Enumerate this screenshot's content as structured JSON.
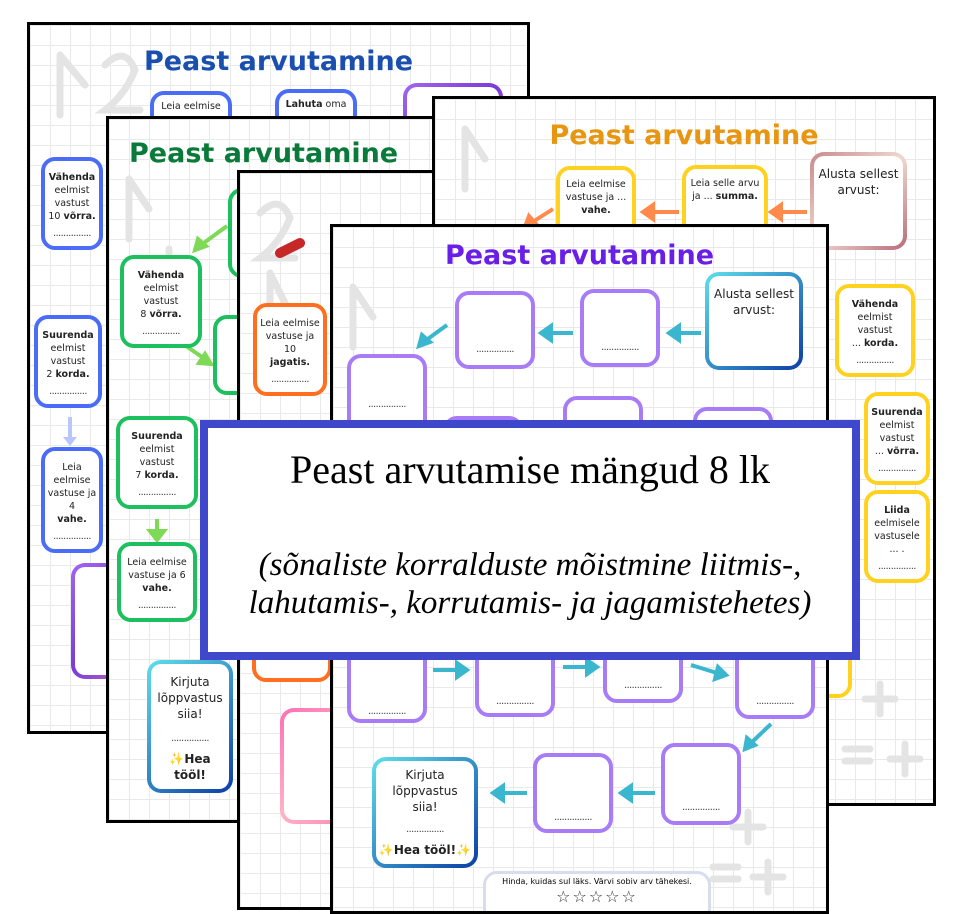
{
  "banner": {
    "title": "Peast arvutamise mängud 8 lk",
    "subtitle_line1": "(sõnaliste korralduste mõistmine liitmis-,",
    "subtitle_line2": "lahutamis-, korrutamis- ja jagamistehetes)"
  },
  "colors": {
    "blue": "#1a4fb0",
    "green": "#0a7a3a",
    "red": "#c62828",
    "orange": "#e8950f",
    "purple": "#6a1fe8",
    "banner_border": "#3f48cc"
  },
  "common": {
    "title": "Peast arvutamine",
    "dots": "...............",
    "start": "Alusta sellest arvust:",
    "final_1": "Kirjuta",
    "final_2": "lõppvastus siia!",
    "well_done": "Hea tööl!",
    "sparkle": "✨"
  },
  "page1": {
    "b1": "Leia eelmise",
    "b2a": "Lahuta",
    "b2b": " oma",
    "b3": "Vähenda",
    "b3b": "eelmist vastust",
    "b3c": "10 ",
    "b3d": "võrra.",
    "b4": "Suurenda",
    "b4b": "eelmist vastust",
    "b4c": "2 ",
    "b4d": "korda.",
    "b5": "Leia eelmise",
    "b5b": "vastuse ja 4",
    "b5c": "vahe."
  },
  "page2": {
    "b1": "Vähenda",
    "b1b": "eelmist vastust",
    "b1c": "8 ",
    "b1d": "võrra.",
    "b2": "Suurenda",
    "b2b": "eelmist vastust",
    "b2c": "7 ",
    "b2d": "korda.",
    "b3": "Leia eelmise",
    "b3b": "vastuse ja 6",
    "b3c": "vahe."
  },
  "page3": {
    "b1": "Leia eelmise",
    "b1b": "vastuse ja 10",
    "b1c": "jagatis."
  },
  "page4": {
    "b1": "Leia eelmise",
    "b1b": "vastuse ja ...",
    "b1c": "vahe.",
    "b2": "Leia selle arvu",
    "b2b": "ja ... ",
    "b2c": "summa.",
    "b3": "Vähenda",
    "b3b": "eelmist vastust",
    "b3c": "... ",
    "b3d": "korda.",
    "b4": "Suurenda",
    "b4b": "eelmist vastust",
    "b4c": "... ",
    "b4d": "võrra.",
    "b5": "Liida",
    "b5b": " eelmisele",
    "b5c": "vastusele ... ."
  },
  "page5": {
    "rating_text": "Hinda, kuidas sul läks. Värvi sobiv arv tähekesi.",
    "stars": "☆☆☆☆☆",
    "stars_count": 5
  }
}
